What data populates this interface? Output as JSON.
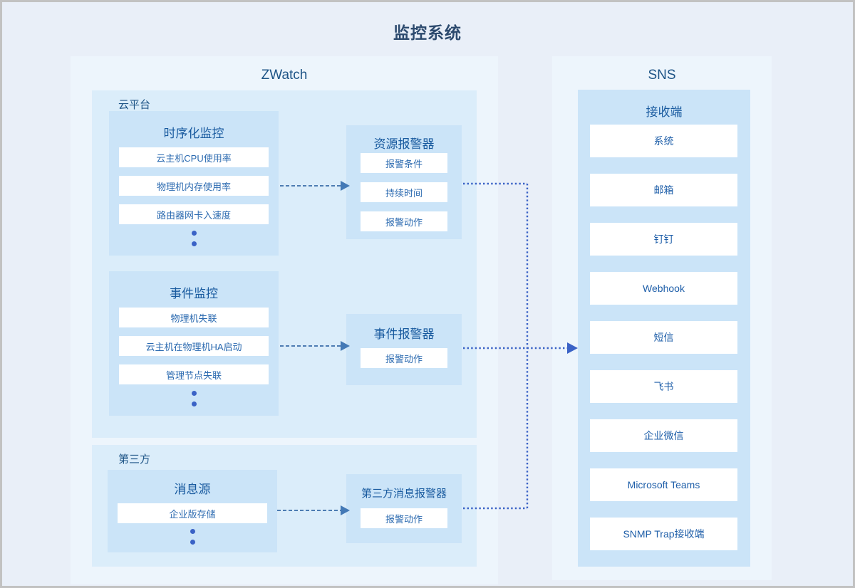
{
  "title": "监控系统",
  "zwatch": {
    "header": "ZWatch",
    "cloud_platform": {
      "label": "云平台",
      "groups": [
        {
          "title": "时序化监控",
          "items": [
            "云主机CPU使用率",
            "物理机内存使用率",
            "路由器网卡入速度"
          ],
          "ellipsis": true
        },
        {
          "title": "事件监控",
          "items": [
            "物理机失联",
            "云主机在物理机HA启动",
            "管理节点失联"
          ],
          "ellipsis": true
        }
      ]
    },
    "third_party": {
      "label": "第三方",
      "groups": [
        {
          "title": "消息源",
          "items": [
            "企业版存储"
          ],
          "ellipsis": true
        }
      ]
    },
    "alarms": [
      {
        "title": "资源报警器",
        "items": [
          "报警条件",
          "持续时间",
          "报警动作"
        ]
      },
      {
        "title": "事件报警器",
        "items": [
          "报警动作"
        ]
      },
      {
        "title": "第三方消息报警器",
        "items": [
          "报警动作"
        ]
      }
    ]
  },
  "sns": {
    "header": "SNS",
    "receiver": {
      "title": "接收端",
      "items": [
        "系统",
        "邮箱",
        "钉钉",
        "Webhook",
        "短信",
        "飞书",
        "企业微信",
        "Microsoft Teams",
        "SNMP Trap接收端"
      ]
    }
  },
  "connections": [
    {
      "from": "时序化监控",
      "to": "资源报警器",
      "style": "dashed-arrow"
    },
    {
      "from": "事件监控",
      "to": "事件报警器",
      "style": "dashed-arrow"
    },
    {
      "from": "消息源",
      "to": "第三方消息报警器",
      "style": "dashed-arrow"
    },
    {
      "from": "资源报警器/事件报警器/第三方消息报警器",
      "to": "接收端",
      "style": "dotted-arrow"
    }
  ],
  "colors": {
    "page_background": "#e9eff8",
    "outer_border": "#c2c2c2",
    "panel_background": "#edf5fc",
    "subpanel_background": "#dbedfa",
    "box_background": "#cbe4f8",
    "item_background": "#ffffff",
    "title_text": "#2c4a6e",
    "header_text": "#1d5486",
    "box_title_text": "#17599e",
    "item_text": "#2b6ab0",
    "dashed_arrow": "#4d7cb2",
    "dotted_arrow": "#3a62c6"
  }
}
